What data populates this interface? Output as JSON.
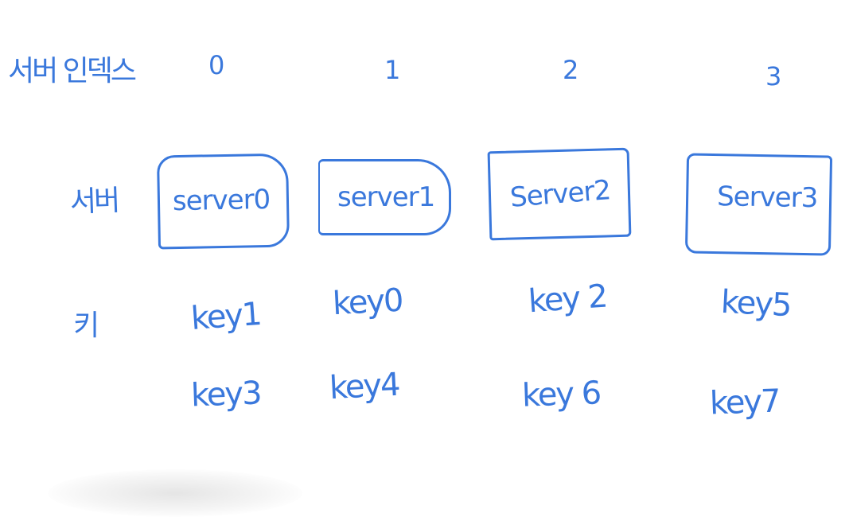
{
  "rows": {
    "index_label": "서버 인덱스",
    "server_label": "서버",
    "key_label": "키"
  },
  "indexes": [
    "0",
    "1",
    "2",
    "3"
  ],
  "servers": [
    "server0",
    "server1",
    "Server2",
    "Server3"
  ],
  "keys": [
    [
      "key1",
      "key3"
    ],
    [
      "key0",
      "key4"
    ],
    [
      "key 2",
      "key 6"
    ],
    [
      "key5",
      "key7"
    ]
  ],
  "colors": {
    "ink": "#3a78dc",
    "background": "#ffffff"
  }
}
